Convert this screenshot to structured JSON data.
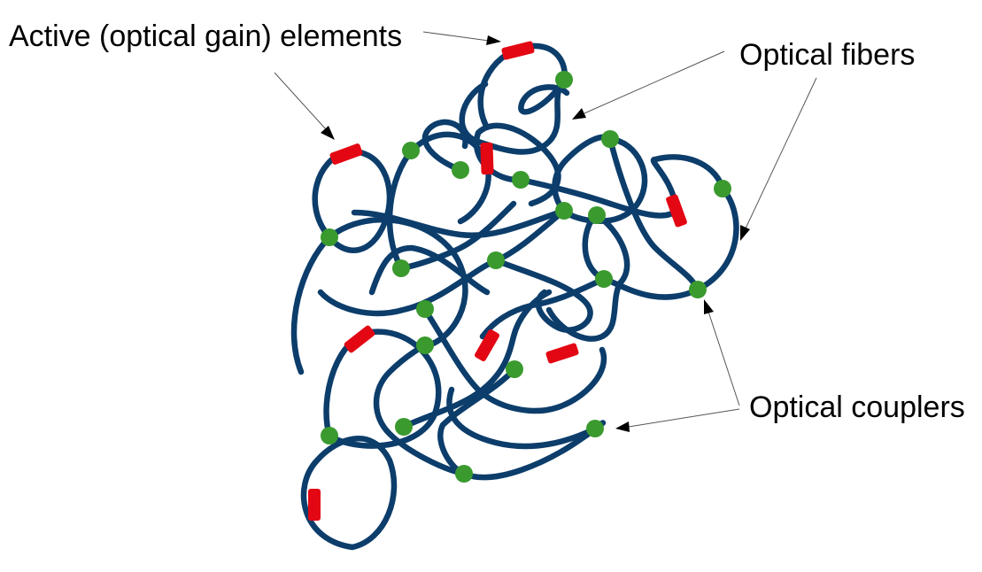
{
  "labels": {
    "active_elements": "Active (optical gain) elements",
    "optical_fibers": "Optical fibers",
    "optical_couplers": "Optical couplers"
  },
  "colors": {
    "fiber": "#0c3d6b",
    "gain_element": "#e30613",
    "coupler": "#3a9a2e",
    "text": "#000000"
  },
  "legend_items": [
    {
      "name": "gain-element",
      "icon": "red-cylinder-icon"
    },
    {
      "name": "optical-fiber",
      "icon": "blue-curve-icon"
    },
    {
      "name": "optical-coupler",
      "icon": "green-dot-icon"
    }
  ]
}
